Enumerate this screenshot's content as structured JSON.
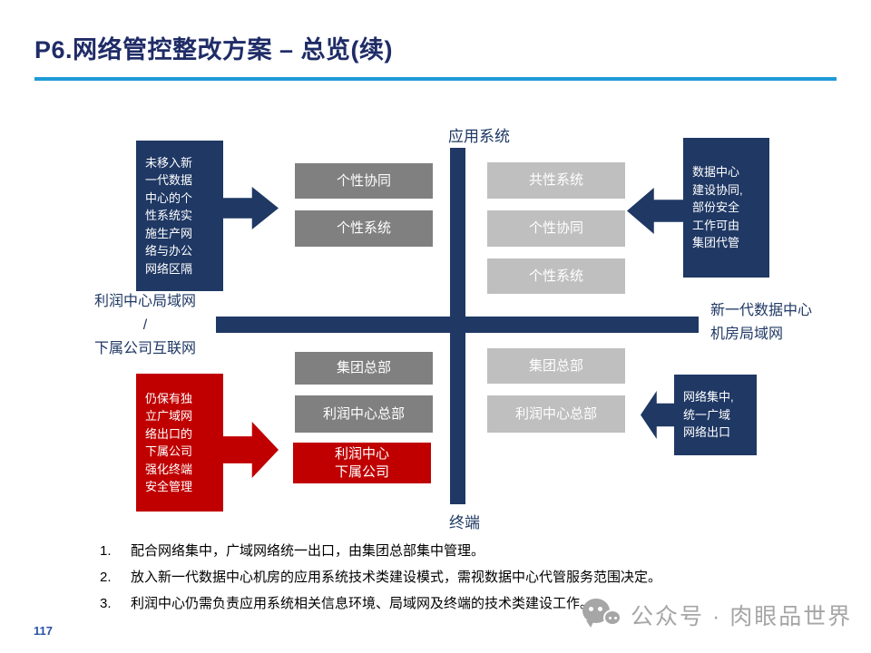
{
  "title": "P6.网络管控整改方案 – 总览(续)",
  "page_number": "117",
  "colors": {
    "navy": "#1f3864",
    "title_navy": "#1f2c67",
    "accent_line_blue": "#1e9ad6",
    "red": "#c00000",
    "dark_gray_box": "#808080",
    "light_gray_box": "#bfbfbf",
    "watermark_gray": "#a6a6a6",
    "page_number_blue": "#2a52a5"
  },
  "diagram": {
    "axis": {
      "top": "应用系统",
      "bottom": "终端",
      "left": "利润中心局域网\n/\n下属公司互联网",
      "right": "新一代数据中心\n机房局域网"
    },
    "callouts": {
      "top_left": "未移入新\n一代数据\n中心的个\n性系统实\n施生产网\n络与办公\n网络区隔",
      "top_right": "数据中心\n建设协同,\n部份安全\n工作可由\n集团代管",
      "bottom_left": "仍保有独\n立广域网\n络出口的\n下属公司\n强化终端\n安全管理",
      "bottom_right": "网络集中,\n统一广域\n网络出口"
    },
    "top_left_boxes": [
      "个性协同",
      "个性系统"
    ],
    "top_right_boxes": [
      "共性系统",
      "个性协同",
      "个性系统"
    ],
    "bottom_left_boxes": [
      "集团总部",
      "利润中心总部"
    ],
    "bottom_left_red_box": "利润中心\n下属公司",
    "bottom_right_boxes": [
      "集团总部",
      "利润中心总部"
    ]
  },
  "notes": [
    {
      "num": "1.",
      "text": "配合网络集中，广域网络统一出口，由集团总部集中管理。"
    },
    {
      "num": "2.",
      "text": "放入新一代数据中心机房的应用系统技术类建设模式，需视数据中心代管服务范围决定。"
    },
    {
      "num": "3.",
      "text": "利润中心仍需负责应用系统相关信息环境、局域网及终端的技术类建设工作。"
    }
  ],
  "watermark": {
    "text": "公众号 · 肉眼品世界",
    "icon": "wechat-bubbles-icon"
  }
}
